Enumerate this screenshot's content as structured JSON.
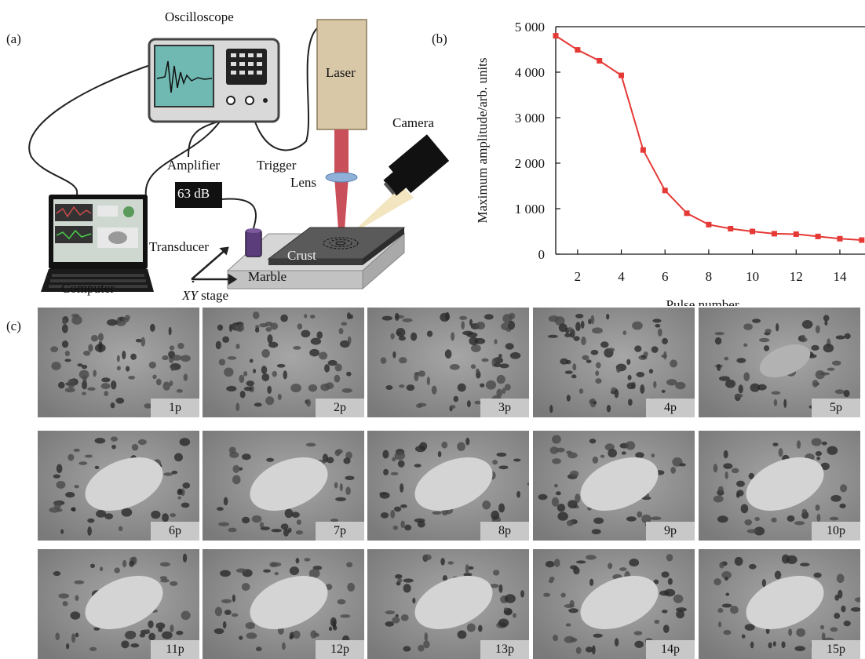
{
  "panels": {
    "a": "(a)",
    "b": "(b)",
    "c": "(c)"
  },
  "diagram": {
    "oscilloscope": "Oscilloscope",
    "laser": "Laser",
    "camera": "Camera",
    "amplifier": "Amplifier",
    "amp_gain": "63 dB",
    "trigger": "Trigger",
    "lens": "Lens",
    "transducer": "Transducer",
    "crust": "Crust",
    "marble": "Marble",
    "computer": "Computer",
    "xy_stage_italic": "XY",
    "xy_stage_rest": " stage"
  },
  "chart_data": {
    "type": "line",
    "title": "",
    "xlabel": "Pulse number",
    "ylabel": "Maximum amplitude/arb. units",
    "xlim": [
      1,
      15
    ],
    "ylim": [
      0,
      5000
    ],
    "xticks": [
      "2",
      "4",
      "6",
      "8",
      "10",
      "12",
      "14"
    ],
    "yticks": [
      "0",
      "1 000",
      "2 000",
      "3 000",
      "4 000",
      "5 000"
    ],
    "x": [
      1,
      2,
      3,
      4,
      5,
      6,
      7,
      8,
      9,
      10,
      11,
      12,
      13,
      14,
      15
    ],
    "values": [
      4800,
      4490,
      4250,
      3930,
      2290,
      1400,
      900,
      650,
      560,
      500,
      450,
      440,
      390,
      340,
      310
    ],
    "color": "#e53935",
    "grid": false
  },
  "tiles": [
    {
      "label": "1p",
      "stage": 0
    },
    {
      "label": "2p",
      "stage": 0
    },
    {
      "label": "3p",
      "stage": 0
    },
    {
      "label": "4p",
      "stage": 0
    },
    {
      "label": "5p",
      "stage": 1,
      "highlight": true
    },
    {
      "label": "6p",
      "stage": 2
    },
    {
      "label": "7p",
      "stage": 2
    },
    {
      "label": "8p",
      "stage": 2
    },
    {
      "label": "9p",
      "stage": 2
    },
    {
      "label": "10p",
      "stage": 2
    },
    {
      "label": "11p",
      "stage": 2
    },
    {
      "label": "12p",
      "stage": 2
    },
    {
      "label": "13p",
      "stage": 2
    },
    {
      "label": "14p",
      "stage": 2
    },
    {
      "label": "15p",
      "stage": 2
    }
  ],
  "colors": {
    "highlight": "#b5292f",
    "laser_beam": "#c9505a",
    "lens": "#8fb0d8"
  }
}
